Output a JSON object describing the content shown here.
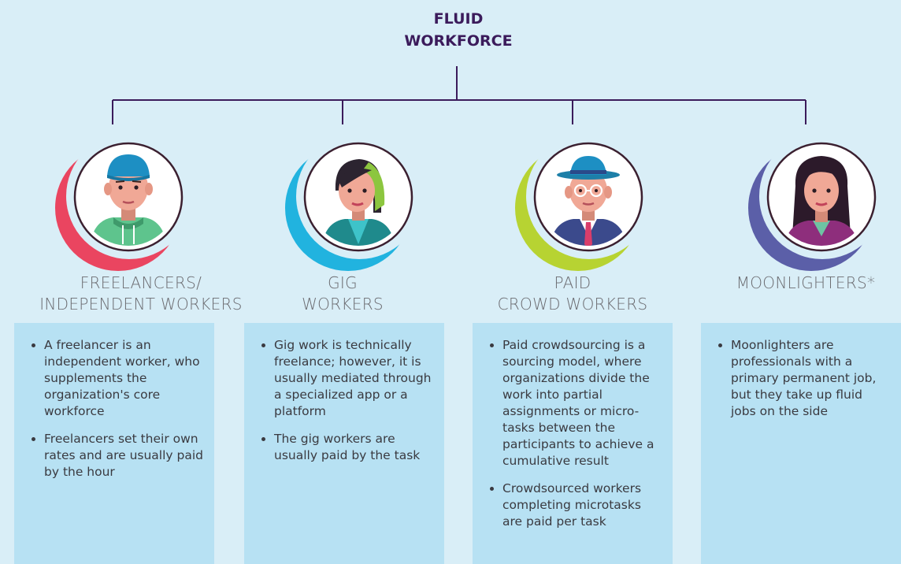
{
  "root": {
    "line1": "FLUID",
    "line2": "WORKFORCE"
  },
  "colors": {
    "connector": "#3b1b5b",
    "freelancers_ring": "#ea4560",
    "gig_ring": "#21b3df",
    "crowd_ring": "#b7d332",
    "moonlighters_ring": "#5b5fa8",
    "panel_bg": "#b7e1f3",
    "page_bg": "#d9eef7"
  },
  "categories": [
    {
      "label_line1": "FREELANCERS/",
      "label_line2": "INDEPENDENT WORKERS",
      "icon": "male-worker-cap-hoodie-avatar",
      "bullets": [
        "A freelancer is an independent worker, who supplements the organization's core workforce",
        "Freelancers set their own rates and are usually paid by the hour"
      ]
    },
    {
      "label_line1": "GIG",
      "label_line2": "WORKERS",
      "icon": "female-worker-avatar",
      "bullets": [
        "Gig work is technically freelance; however, it is usually mediated through a specialized app or a platform",
        "The gig workers are usually paid by the task"
      ]
    },
    {
      "label_line1": "PAID",
      "label_line2": "CROWD WORKERS",
      "icon": "male-worker-hat-glasses-avatar",
      "bullets": [
        "Paid crowdsourcing is a sourcing model, where organizations divide the work into partial assignments or micro-tasks between the participants to achieve a cumulative result",
        "Crowdsourced workers completing microtasks are paid per task"
      ]
    },
    {
      "label_line1": "MOONLIGHTERS*",
      "label_line2": "",
      "icon": "female-long-hair-avatar",
      "bullets": [
        "Moonlighters are professionals with a primary permanent job, but they take up fluid jobs on the side"
      ]
    }
  ]
}
